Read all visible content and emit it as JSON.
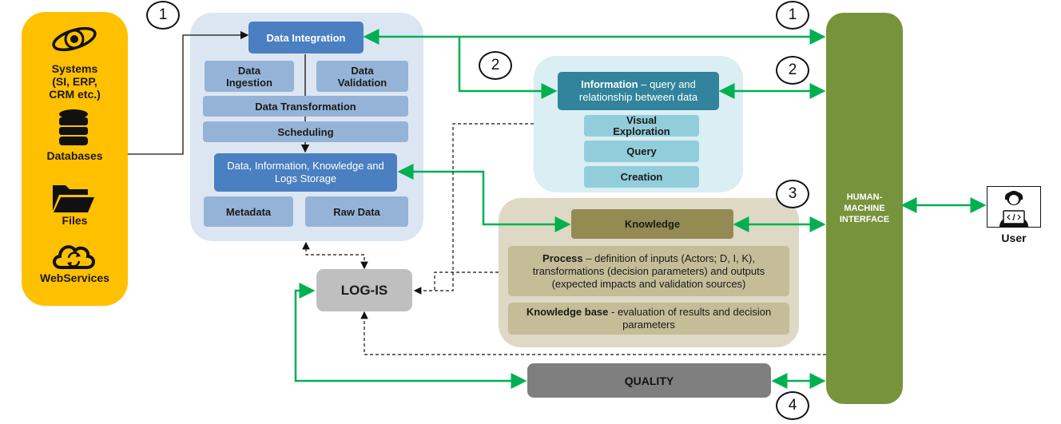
{
  "sources": {
    "systems": "Systems\n(SI, ERP,\nCRM etc.)",
    "databases": "Databases",
    "files": "Files",
    "webservices": "WebServices"
  },
  "integration": {
    "data_integration": "Data Integration",
    "data_ingestion": "Data Ingestion",
    "data_validation": "Data Validation",
    "data_transformation": "Data Transformation",
    "scheduling": "Scheduling",
    "storage": "Data, Information, Knowledge and Logs Storage",
    "metadata": "Metadata",
    "raw_data": "Raw Data"
  },
  "information": {
    "title": "Information",
    "desc": " – query and relationship between data",
    "visual_exploration": "Visual Exploration",
    "query": "Query",
    "creation": "Creation"
  },
  "knowledge": {
    "title": "Knowledge",
    "process_title": "Process",
    "process_desc": " – definition of inputs (Actors; D, I, K), transformations (decision parameters) and outputs (expected impacts and validation sources)",
    "kb_title": "Knowledge base",
    "kb_desc": " - evaluation of results and decision parameters"
  },
  "log_is": "LOG-IS",
  "quality": "QUALITY",
  "hmi": "HUMAN-\nMACHINE\nINTERFACE",
  "user": "User",
  "markers": {
    "m1a": "1",
    "m1b": "1",
    "m2a": "2",
    "m2b": "2",
    "m3": "3",
    "m4": "4"
  },
  "colors": {
    "sources_bg": "#ffc000",
    "hmi_bg": "#77933c",
    "arrow_green": "#00b050",
    "quality_bg": "#7f7f7f",
    "log_bg": "#bfbfbf"
  }
}
